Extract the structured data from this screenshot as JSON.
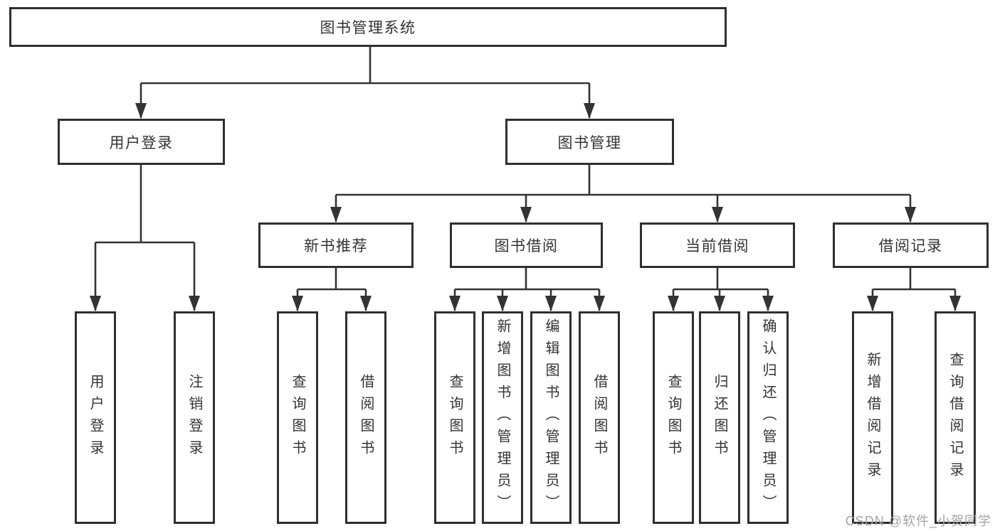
{
  "diagram": {
    "type": "hierarchy-tree",
    "background_color": "#ffffff",
    "line_color": "#333333",
    "box_border_color": "#2f2f2f",
    "text_color": "#333333",
    "watermark_color": "#a3a3a3",
    "watermark": "CSDN @软件_小贺同学",
    "hierarchy": {
      "图书管理系统": {
        "用户登录": [
          "用户登录",
          "注销登录"
        ],
        "图书管理": {
          "新书推荐": [
            "查询图书",
            "借阅图书"
          ],
          "图书借阅": [
            "查询图书",
            "新增图书（管理员）",
            "编辑图书（管理员）",
            "借阅图书"
          ],
          "当前借阅": [
            "查询图书",
            "归还图书",
            "确认归还（管理员）"
          ],
          "借阅记录": [
            "新增借阅记录",
            "查询借阅记录"
          ]
        }
      }
    }
  },
  "nodes": {
    "root": {
      "label": "图书管理系统"
    },
    "user_login": {
      "label": "用户登录"
    },
    "book_mgmt": {
      "label": "图书管理"
    },
    "new_book_rec": {
      "label": "新书推荐"
    },
    "book_borrow": {
      "label": "图书借阅"
    },
    "current_borrow": {
      "label": "当前借阅"
    },
    "borrow_record": {
      "label": "借阅记录"
    },
    "login": {
      "label": "用户登录"
    },
    "logout": {
      "label": "注销登录"
    },
    "rec_query_book": {
      "label": "查询图书"
    },
    "rec_borrow_book": {
      "label": "借阅图书"
    },
    "bor_query_book": {
      "label": "查询图书"
    },
    "bor_add_book": {
      "label": "新增图书（管理员）"
    },
    "bor_edit_book": {
      "label": "编辑图书（管理员）"
    },
    "bor_borrow_book": {
      "label": "借阅图书"
    },
    "cur_query_book": {
      "label": "查询图书"
    },
    "cur_return_book": {
      "label": "归还图书"
    },
    "cur_confirm_return": {
      "label": "确认归还（管理员）"
    },
    "rcd_add_record": {
      "label": "新增借阅记录"
    },
    "rcd_query_record": {
      "label": "查询借阅记录"
    }
  }
}
